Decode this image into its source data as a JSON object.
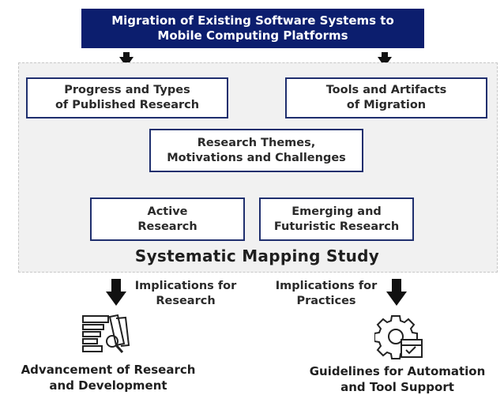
{
  "title": {
    "line1": "Migration of Existing Software Systems to",
    "line2": "Mobile Computing Platforms"
  },
  "boxes": {
    "progress": {
      "line1": "Progress and Types",
      "line2": "of Published Research"
    },
    "tools": {
      "line1": "Tools and Artifacts",
      "line2": "of Migration"
    },
    "themes": {
      "line1": "Research Themes,",
      "line2": "Motivations and Challenges"
    },
    "active": {
      "line1": "Active",
      "line2": "Research"
    },
    "emerging": {
      "line1": "Emerging and",
      "line2": "Futuristic Research"
    }
  },
  "study_label": "Systematic Mapping Study",
  "implications": {
    "research": {
      "line1": "Implications for",
      "line2": "Research"
    },
    "practices": {
      "line1": "Implications for",
      "line2": "Practices"
    }
  },
  "outcomes": {
    "advancement": {
      "line1": "Advancement of Research",
      "line2": "and Development",
      "icon": "documents-magnifier-icon"
    },
    "guidelines": {
      "line1": "Guidelines for Automation",
      "line2": "and Tool Support",
      "icon": "gear-checklist-icon"
    }
  },
  "colors": {
    "title_bg": "#0c1e6e",
    "box_border": "#1f2f6e",
    "study_bg": "#f1f1f1",
    "arrow": "#111111"
  }
}
